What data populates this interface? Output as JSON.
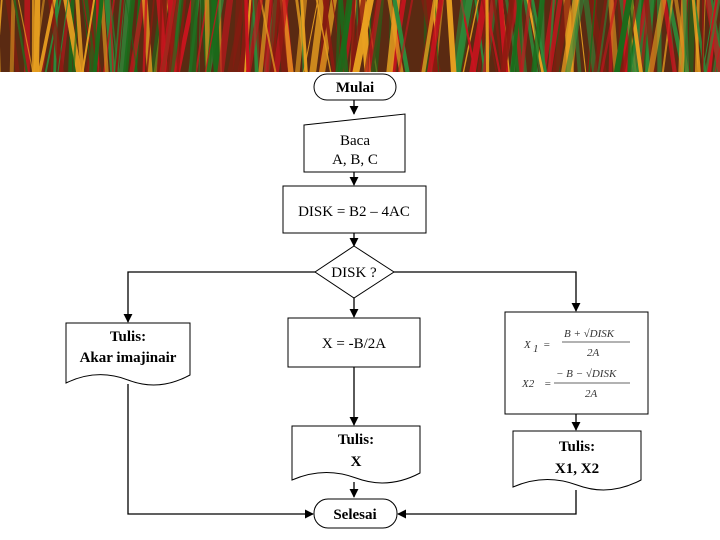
{
  "banner": {
    "description_colors": [
      "#1a6b1a",
      "#c8141e",
      "#e8a020",
      "#2d8a3a",
      "#8a1a10"
    ]
  },
  "nodes": {
    "start": "Mulai",
    "input_line1": "Baca",
    "input_line2": "A, B, C",
    "process_disk": "DISK = B2 – 4AC",
    "decision": "DISK ?",
    "left_output_line1": "Tulis:",
    "left_output_line2": "Akar imajinair",
    "middle_process": "X = -B/2A",
    "middle_output_line1": "Tulis:",
    "middle_output_line2": "X",
    "right_output_line1": "Tulis:",
    "right_output_line2": "X1, X2",
    "end": "Selesai"
  },
  "formula": {
    "x1_label": "X",
    "x1_sub": "1",
    "x1_eq": "=",
    "x1_numerator": "B + √DISK",
    "x1_denominator": "2A",
    "x2_label": "X2",
    "x2_eq": "=",
    "x2_numerator": "− B − √DISK",
    "x2_denominator": "2A"
  }
}
